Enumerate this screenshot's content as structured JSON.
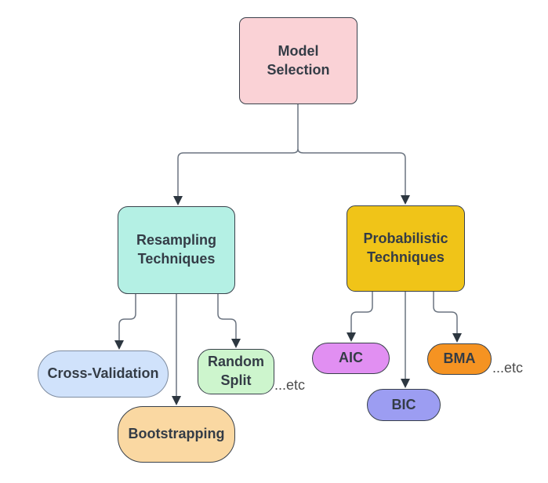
{
  "nodes": {
    "root": {
      "label": "Model Selection",
      "fill": "#FAD2D6"
    },
    "resampling": {
      "label": "Resampling Techniques",
      "fill": "#B4F0E4"
    },
    "probabilistic": {
      "label": "Probabilistic Techniques",
      "fill": "#F0C418"
    },
    "cross_validation": {
      "label": "Cross-Validation",
      "fill": "#D0E2FB"
    },
    "bootstrapping": {
      "label": "Bootstrapping",
      "fill": "#FAD8A2"
    },
    "random_split": {
      "label": "Random Split",
      "fill": "#CDF5CD"
    },
    "aic": {
      "label": "AIC",
      "fill": "#E18FF2"
    },
    "bic": {
      "label": "BIC",
      "fill": "#9C9DF2"
    },
    "bma": {
      "label": "BMA",
      "fill": "#F59322"
    },
    "etc_resampling": {
      "label": "...etc"
    },
    "etc_probabilistic": {
      "label": "...etc"
    }
  },
  "colors": {
    "connector_line": "#6B7480",
    "arrowhead": "#2D3740",
    "node_border": "#39414B",
    "label_text": "#343C46"
  }
}
